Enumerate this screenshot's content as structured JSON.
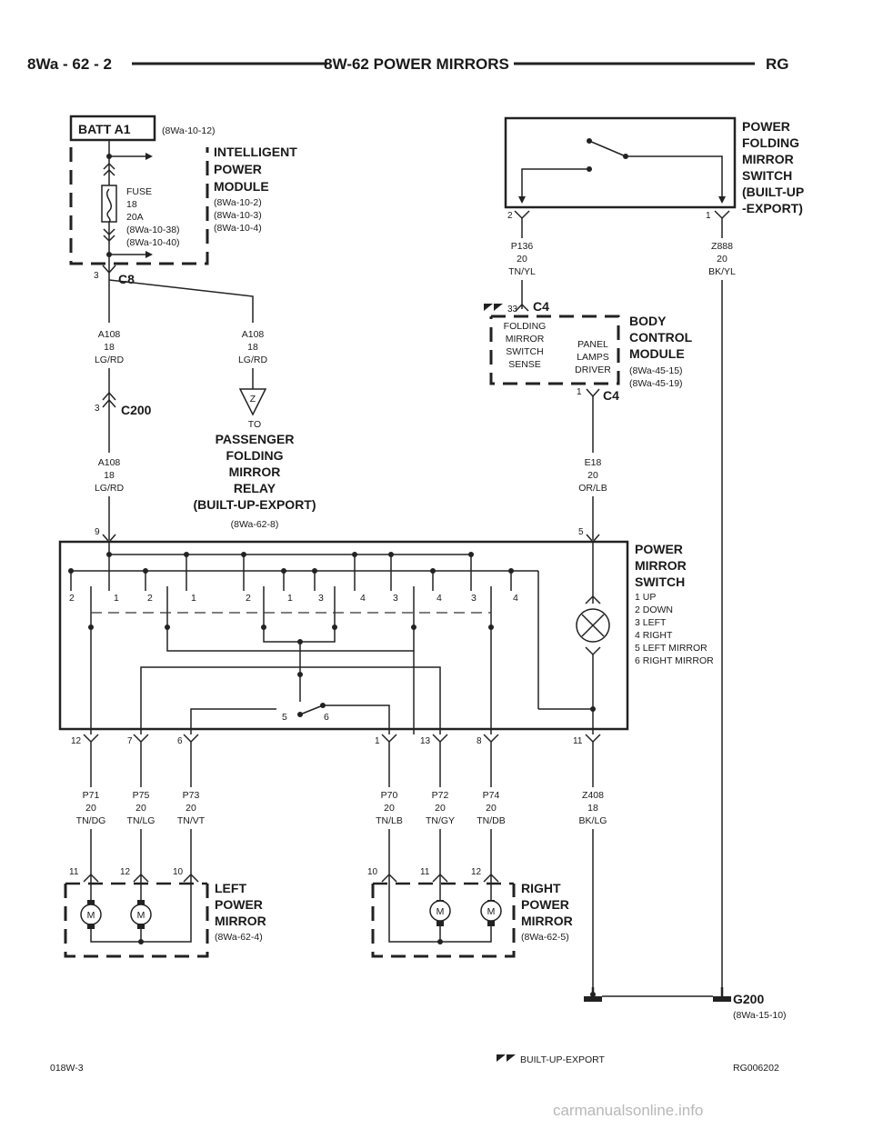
{
  "header": {
    "left": "8Wa - 62 - 2",
    "center": "8W-62 POWER MIRRORS",
    "right": "RG"
  },
  "batt": {
    "label": "BATT A1",
    "ref": "(8Wa-10-12)"
  },
  "ipm": {
    "title": [
      "INTELLIGENT",
      "POWER",
      "MODULE"
    ],
    "refs": [
      "(8Wa-10-2)",
      "(8Wa-10-3)",
      "(8Wa-10-4)"
    ],
    "fuse": [
      "FUSE",
      "18",
      "20A",
      "(8Wa-10-38)",
      "(8Wa-10-40)"
    ],
    "connector": "C8",
    "pin": "3"
  },
  "wire_a108_top": [
    "A108",
    "18",
    "LG/RD"
  ],
  "wire_a108_relay": [
    "A108",
    "18",
    "LG/RD"
  ],
  "wire_a108_bottom": [
    "A108",
    "18",
    "LG/RD"
  ],
  "c200": {
    "connector": "C200",
    "pin": "3"
  },
  "relay": {
    "splice": "Z",
    "title": [
      "TO",
      "PASSENGER",
      "FOLDING",
      "MIRROR",
      "RELAY",
      "(BUILT-UP-EXPORT)"
    ],
    "ref": "(8Wa-62-8)"
  },
  "fold_switch": {
    "title": [
      "POWER",
      "FOLDING",
      "MIRROR",
      "SWITCH",
      "(BUILT-UP",
      "-EXPORT)"
    ],
    "pin_left": "2",
    "pin_right": "1"
  },
  "wire_p136": [
    "P136",
    "20",
    "TN/YL"
  ],
  "wire_z888": [
    "Z888",
    "20",
    "BK/YL"
  ],
  "bcm": {
    "title": [
      "BODY",
      "CONTROL",
      "MODULE"
    ],
    "refs": [
      "(8Wa-45-15)",
      "(8Wa-45-19)"
    ],
    "sense": [
      "FOLDING",
      "MIRROR",
      "SWITCH",
      "SENSE"
    ],
    "driver": [
      "PANEL",
      "LAMPS",
      "DRIVER"
    ],
    "conn_top": "C4",
    "pin_top": "33",
    "conn_bottom": "C4",
    "pin_bottom": "1"
  },
  "wire_e18": [
    "E18",
    "20",
    "OR/LB"
  ],
  "mirror_switch": {
    "title": [
      "POWER",
      "MIRROR",
      "SWITCH"
    ],
    "legend": [
      "1 UP",
      "2 DOWN",
      "3 LEFT",
      "4 RIGHT",
      "5 LEFT MIRROR",
      "6 RIGHT MIRROR"
    ],
    "pin_in": "9",
    "pin_lamp": "5",
    "contacts": [
      "2",
      "1",
      "2",
      "1",
      "2",
      "1",
      "3",
      "4",
      "3",
      "4",
      "3",
      "4"
    ],
    "sel_left": "5",
    "sel_right": "6",
    "out_pins": [
      "12",
      "7",
      "6",
      "1",
      "13",
      "8",
      "11"
    ]
  },
  "out_wires": [
    [
      "P71",
      "20",
      "TN/DG"
    ],
    [
      "P75",
      "20",
      "TN/LG"
    ],
    [
      "P73",
      "20",
      "TN/VT"
    ],
    [
      "P70",
      "20",
      "TN/LB"
    ],
    [
      "P72",
      "20",
      "TN/GY"
    ],
    [
      "P74",
      "20",
      "TN/DB"
    ],
    [
      "Z408",
      "18",
      "BK/LG"
    ]
  ],
  "left_mirror": {
    "title": [
      "LEFT",
      "POWER",
      "MIRROR"
    ],
    "ref": "(8Wa-62-4)",
    "pins": [
      "11",
      "12",
      "10"
    ],
    "motor": "M"
  },
  "right_mirror": {
    "title": [
      "RIGHT",
      "POWER",
      "MIRROR"
    ],
    "ref": "(8Wa-62-5)",
    "pins": [
      "10",
      "11",
      "12"
    ],
    "motor": "M"
  },
  "ground": {
    "label": "G200",
    "ref": "(8Wa-15-10)"
  },
  "footer": {
    "left": "018W-3",
    "center": "BUILT-UP-EXPORT",
    "right": "RG006202"
  },
  "watermark": "carmanualsonline.info"
}
